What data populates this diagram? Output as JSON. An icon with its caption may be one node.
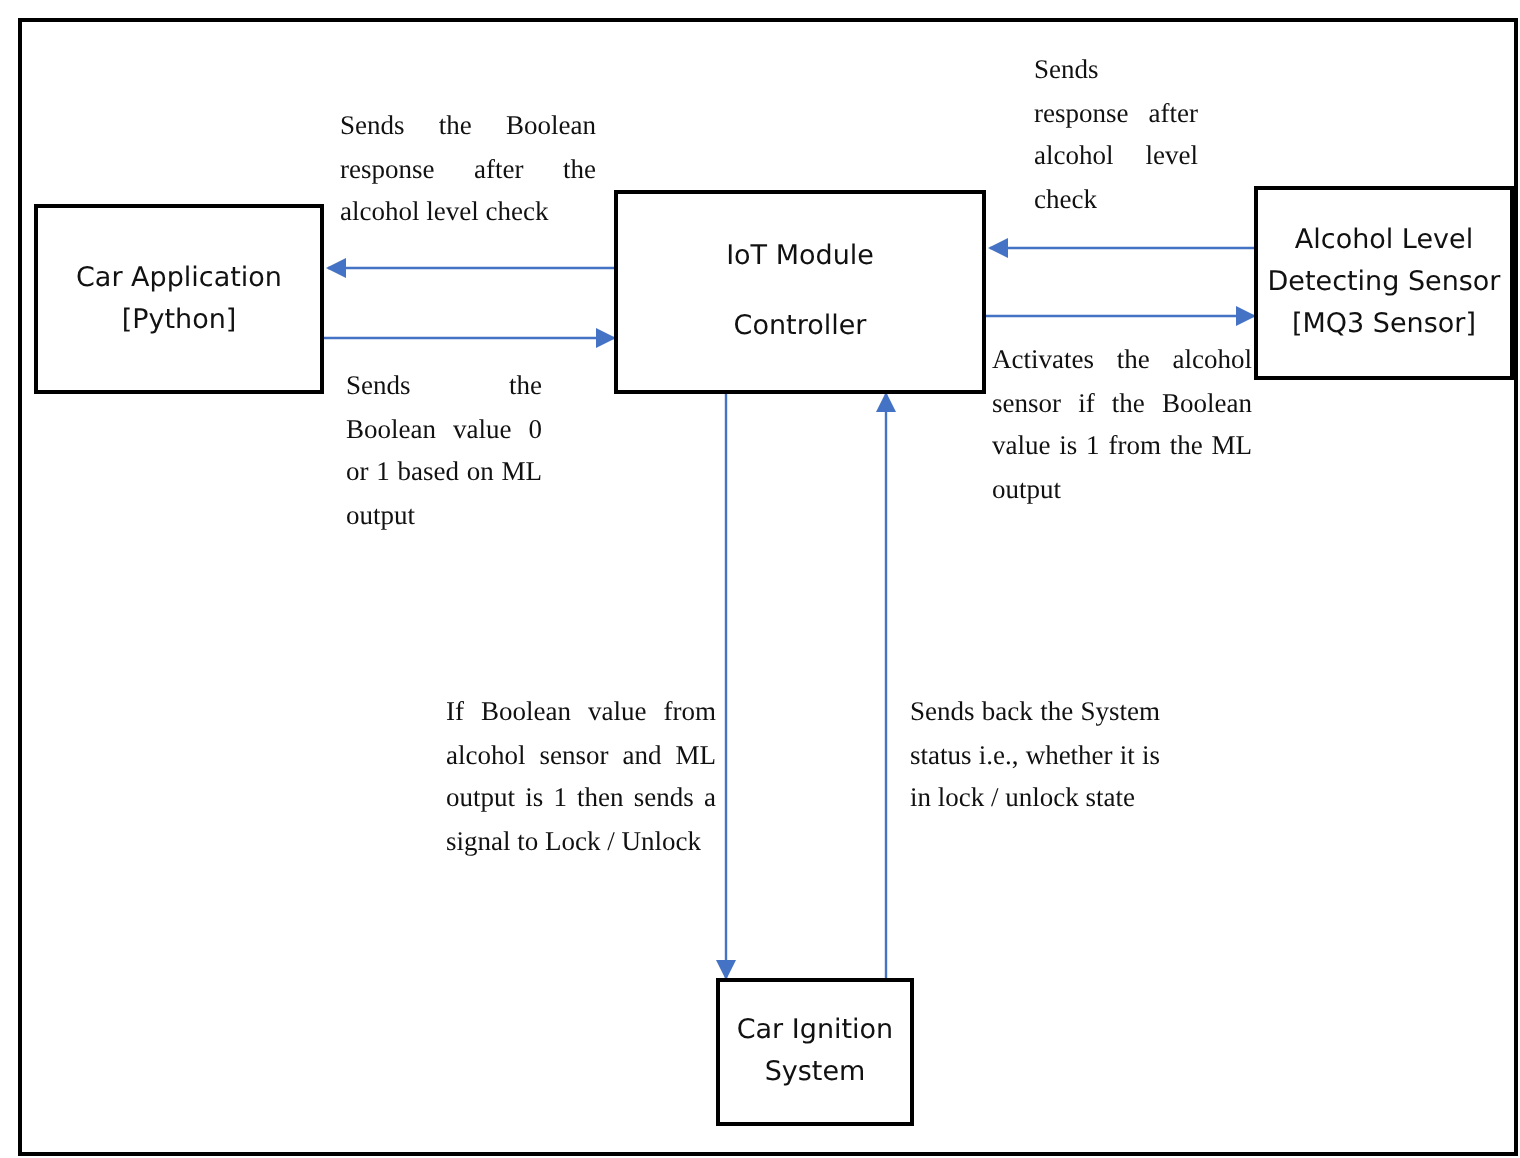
{
  "diagram": {
    "nodes": [
      {
        "text": [
          "Car Application [Python]"
        ]
      },
      {
        "text": [
          "IoT Module",
          "Controller"
        ]
      },
      {
        "text": [
          "Alcohol Level Detecting Sensor [MQ3 Sensor]"
        ]
      },
      {
        "text": [
          "Car Ignition System"
        ]
      }
    ],
    "edges": [
      {
        "from": 1,
        "to": 0,
        "arrow": "to",
        "label": "Sends the Boolean response after the alcohol level check"
      },
      {
        "from": 0,
        "to": 1,
        "arrow": "to",
        "label": "Sends the Boolean value 0 or 1 based on ML output"
      },
      {
        "from": 2,
        "to": 1,
        "arrow": "to",
        "label": "Sends response after alcohol level check"
      },
      {
        "from": 1,
        "to": 2,
        "arrow": "to",
        "label": "Activates the alcohol sensor if the Boolean value is 1 from the ML output"
      },
      {
        "from": 1,
        "to": 3,
        "arrow": "to",
        "label": "If Boolean value from alcohol sensor and ML output is 1 then sends a signal to Lock / Unlock"
      },
      {
        "from": 3,
        "to": 1,
        "arrow": "to",
        "label": "Sends back the System status i.e., whether it is in lock / unlock state"
      }
    ]
  }
}
